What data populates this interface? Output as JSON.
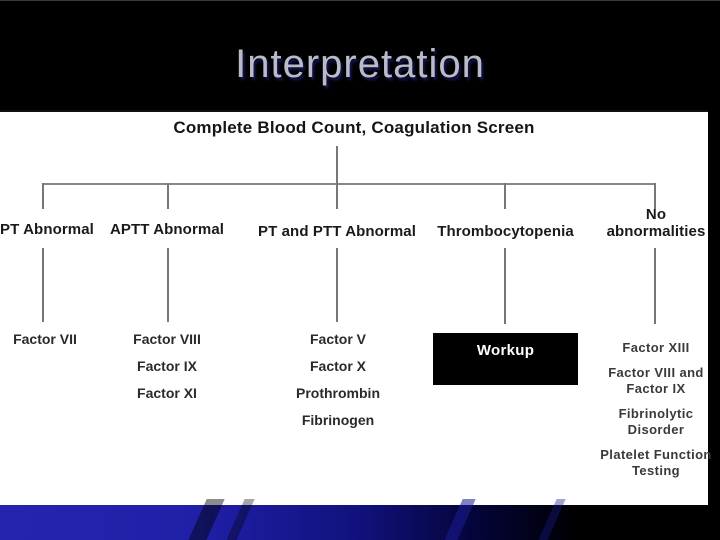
{
  "slide": {
    "title": "Interpretation"
  },
  "diagram": {
    "root_label": "Complete Blood Count, Coagulation Screen",
    "branches": [
      {
        "label": "PT Abnormal",
        "items": [
          "Factor VII"
        ]
      },
      {
        "label": "APTT Abnormal",
        "items": [
          "Factor VIII",
          "Factor IX",
          "Factor XI"
        ]
      },
      {
        "label": "PT and PTT Abnormal",
        "items": [
          "Factor V",
          "Factor X",
          "Prothrombin",
          "Fibrinogen"
        ]
      },
      {
        "label": "Thrombocytopenia",
        "workup_label": "Workup"
      },
      {
        "label": "No abnormalities",
        "items": [
          "Factor XIII",
          "Factor VIII and Factor IX",
          "Fibrinolytic Disorder",
          "Platelet Function Testing"
        ]
      }
    ],
    "colors": {
      "slide_background": "#000000",
      "title_text": "#b9bcc6",
      "title_shadow": "#141452",
      "canvas_background": "#ffffff",
      "tree_lines": "#777777",
      "diagram_text": "#1a1a1a",
      "workup_box_background": "#000000",
      "workup_box_text": "#ffffff",
      "swoosh_blue": "#2424ae"
    }
  }
}
